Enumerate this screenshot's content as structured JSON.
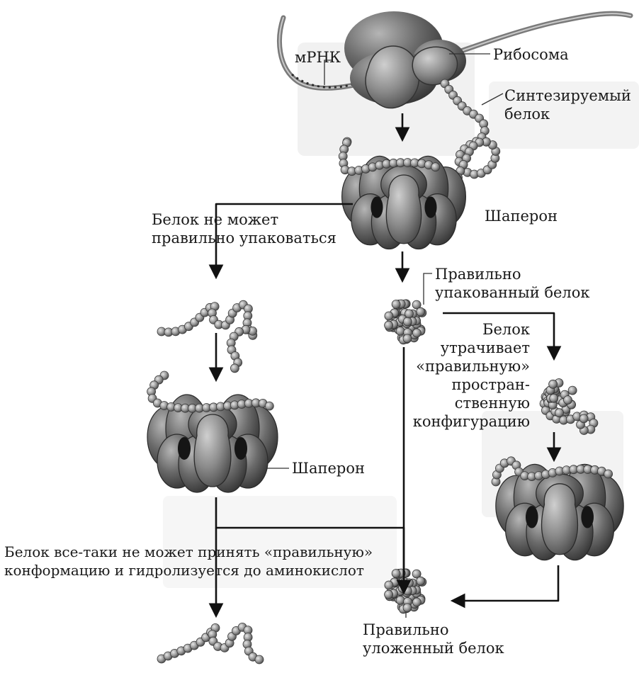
{
  "labels": {
    "mrna": "мРНК",
    "ribosome": "Рибосома",
    "nascent_protein": [
      "Синтезируемый",
      "белок"
    ],
    "chaperone_top": "Шаперон",
    "cannot_fold": [
      "Белок не может",
      "правильно упаковаться"
    ],
    "correctly_packed": [
      "Правильно",
      "упакованный белок"
    ],
    "loses_configuration": [
      "Белок",
      "утрачивает",
      "«правильную»",
      "простран-",
      "ственную",
      "конфигурацию"
    ],
    "chaperone_left": "Шаперон",
    "hydrolysis": [
      "Белок все-таки не может принять «правильную»",
      "конформацию и гидролизуется до аминокислот"
    ],
    "correctly_folded": [
      "Правильно",
      "уложенный белок"
    ]
  },
  "colors": {
    "protein_dark": "#5a5a5a",
    "protein_mid": "#8a8a8a",
    "protein_light": "#c4c4c4",
    "mrna": "#6e6e6e",
    "arrow": "#111111",
    "shadow": "#e8e8e8"
  }
}
